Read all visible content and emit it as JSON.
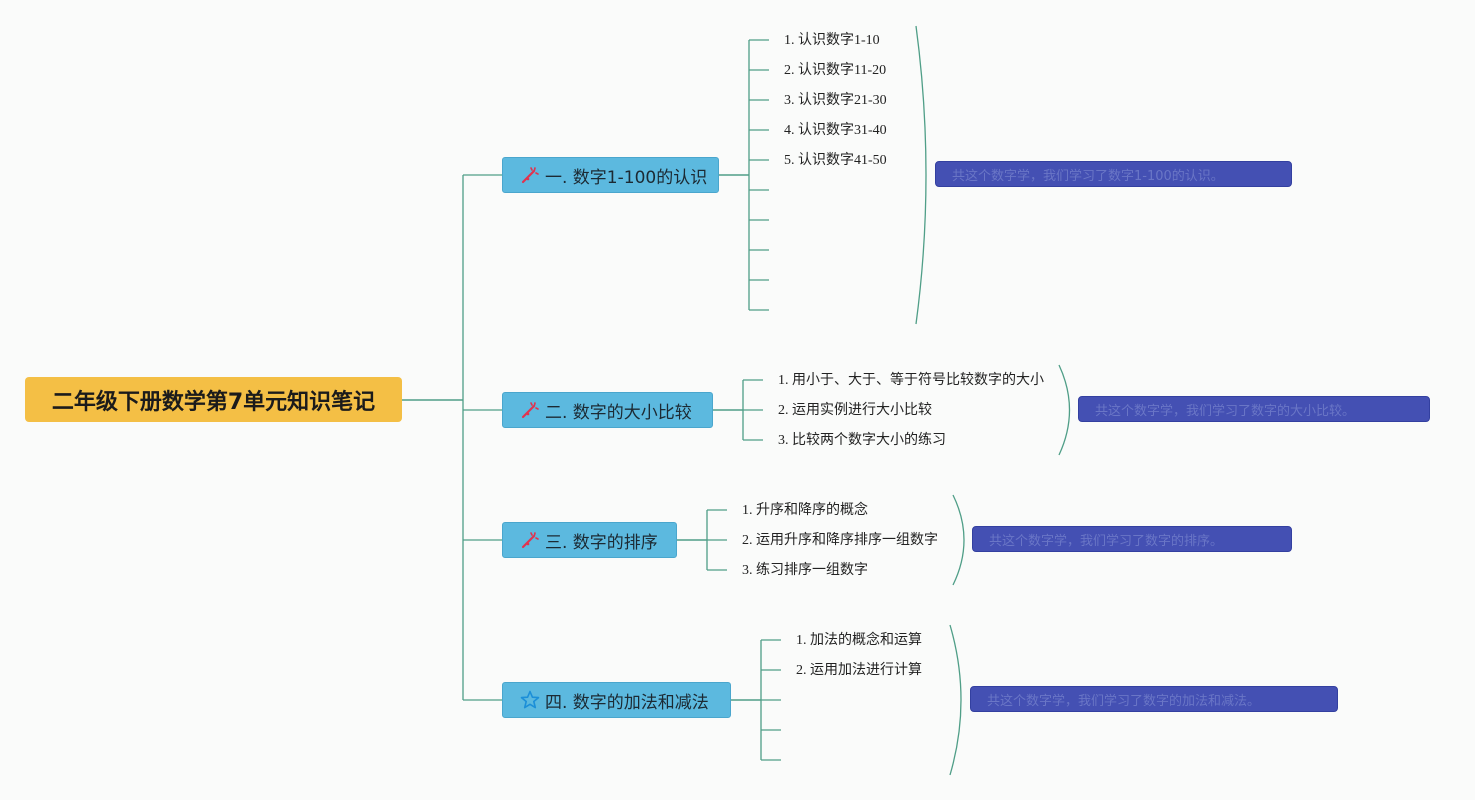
{
  "root": {
    "title": "二年级下册数学第7单元知识笔记"
  },
  "colors": {
    "root_fill": "#f4bf45",
    "topic_fill": "#5cb9df",
    "summary_fill": "#4450b3",
    "connector": "#4f9e87",
    "marker_red": "#e0334f",
    "marker_blue": "#1c8fd8"
  },
  "topics": [
    {
      "label": "一. 数字1-100的认识",
      "marker": "sparkle-icon",
      "subtopics": [
        "1. 认识数字1-10",
        "2. 认识数字11-20",
        "3. 认识数字21-30",
        "4. 认识数字31-40",
        "5. 认识数字41-50"
      ],
      "summary": "共这个数字学，我们学习了数字1-100的认识。"
    },
    {
      "label": "二. 数字的大小比较",
      "marker": "sparkle-icon",
      "subtopics": [
        "1. 用小于、大于、等于符号比较数字的大小",
        "2. 运用实例进行大小比较",
        "3. 比较两个数字大小的练习"
      ],
      "summary": "共这个数字学，我们学习了数字的大小比较。"
    },
    {
      "label": "三. 数字的排序",
      "marker": "sparkle-icon",
      "subtopics": [
        "1. 升序和降序的概念",
        "2. 运用升序和降序排序一组数字",
        "3. 练习排序一组数字"
      ],
      "summary": "共这个数字学，我们学习了数字的排序。"
    },
    {
      "label": "四. 数字的加法和减法",
      "marker": "star-icon",
      "subtopics": [
        "1. 加法的概念和运算",
        "2. 运用加法进行计算"
      ],
      "summary": "共这个数字学，我们学习了数字的加法和减法。"
    }
  ]
}
